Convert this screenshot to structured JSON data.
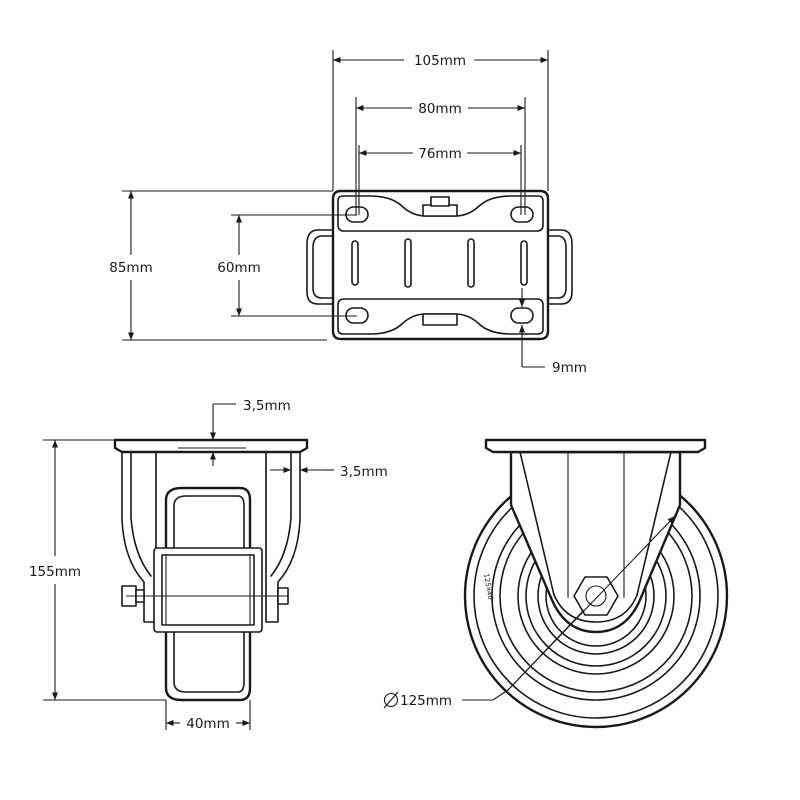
{
  "dimensions": {
    "top_width": "105mm",
    "hole_spacing_outer": "80mm",
    "hole_spacing_inner": "76mm",
    "plate_length": "85mm",
    "hole_spacing_length": "60mm",
    "hole_diameter": "9mm",
    "plate_thickness": "3,5mm",
    "bracket_thickness": "3,5mm",
    "overall_height": "155mm",
    "wheel_width": "40mm",
    "wheel_diameter": "125mm"
  },
  "wheel_marking": "125x40",
  "colors": {
    "line": "#1a1a1a",
    "background": "#ffffff"
  }
}
